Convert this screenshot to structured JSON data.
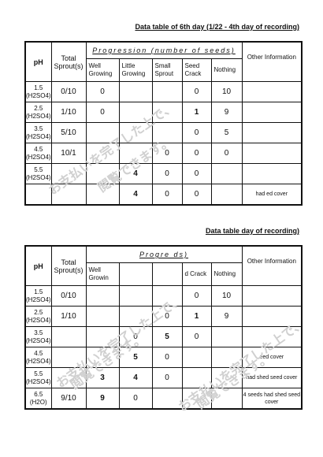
{
  "tables": [
    {
      "title": "Data table of 6th day (1/22 - 4th day of recording)",
      "header": {
        "ph": "pH",
        "total": "Total Sprout(s)",
        "progression": "Progression  (number of seeds)",
        "cols": [
          "Well Growing",
          "Little Growing",
          "Small Sprout",
          "Seed Crack",
          "Nothing"
        ],
        "other": "Other Information"
      },
      "rows": [
        {
          "ph": "1.5 (H2SO4)",
          "total": "0/10",
          "well": "0",
          "little": "",
          "small": "",
          "crack": "0",
          "nothing": "10",
          "info": ""
        },
        {
          "ph": "2.5 (H2SO4)",
          "total": "1/10",
          "well": "0",
          "little": "",
          "small": "",
          "crack": "1",
          "nothing": "9",
          "info": ""
        },
        {
          "ph": "3.5 (H2SO4)",
          "total": "5/10",
          "well": "",
          "little": "",
          "small": "",
          "crack": "0",
          "nothing": "5",
          "info": ""
        },
        {
          "ph": "4.5 (H2SO4)",
          "total": "10/1",
          "well": "",
          "little": "",
          "small": "0",
          "crack": "0",
          "nothing": "0",
          "info": ""
        },
        {
          "ph": "5.5 (H2SO4)",
          "total": "",
          "well": "",
          "little": "4",
          "small": "0",
          "crack": "0",
          "nothing": "",
          "info": ""
        },
        {
          "ph": "",
          "total": "",
          "well": "",
          "little": "4",
          "small": "0",
          "crack": "0",
          "nothing": "",
          "info": "had ed cover"
        }
      ]
    },
    {
      "title": "Data table  day of recording)",
      "header": {
        "ph": "pH",
        "total": "Total Sprout(s)",
        "progression": "Progre  ds)",
        "cols": [
          "Well Growin",
          "",
          "",
          "d Crack",
          "Nothing"
        ],
        "other": "Other Information"
      },
      "rows": [
        {
          "ph": "1.5 (H2SO4)",
          "total": "0/10",
          "well": "",
          "little": "",
          "small": "",
          "crack": "0",
          "nothing": "10",
          "info": ""
        },
        {
          "ph": "2.5 (H2SO4)",
          "total": "1/10",
          "well": "",
          "little": "",
          "small": "0",
          "crack": "1",
          "nothing": "9",
          "info": ""
        },
        {
          "ph": "3.5 (H2SO4)",
          "total": "",
          "well": "",
          "little": "0",
          "small": "5",
          "crack": "0",
          "nothing": "",
          "info": ""
        },
        {
          "ph": "4.5 (H2SO4)",
          "total": "",
          "well": "",
          "little": "5",
          "small": "0",
          "crack": "",
          "nothing": "",
          "info": "eed cover"
        },
        {
          "ph": "5.5 (H2SO4)",
          "total": "",
          "well": "3",
          "little": "4",
          "small": "0",
          "crack": "",
          "nothing": "",
          "info": "had shed seed cover"
        },
        {
          "ph": "6.5 (H2O)",
          "total": "9/10",
          "well": "9",
          "little": "0",
          "small": "",
          "crack": "",
          "nothing": "",
          "info": "4 seeds had shed seed cover"
        }
      ]
    }
  ],
  "watermark": [
    "お支払いを完了した上で、",
    "閲覧できます。"
  ]
}
